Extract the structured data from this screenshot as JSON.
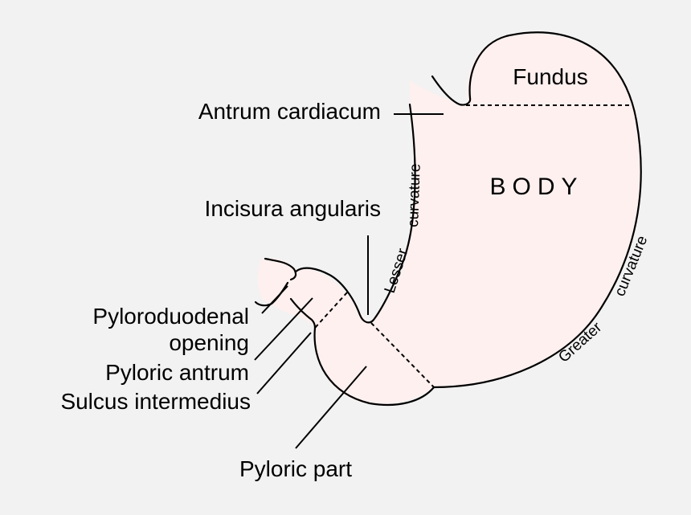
{
  "diagram": {
    "colors": {
      "background": "#f2f2f2",
      "stomach_fill": "#fdf0ef",
      "outline": "#000000"
    },
    "regions": {
      "fundus": "Fundus",
      "body": "BODY"
    },
    "curvatures": {
      "lesser_1": "Lesser",
      "lesser_2": "curvature",
      "greater_1": "Greater",
      "greater_2": "curvature"
    },
    "labels": {
      "antrum_cardiacum": "Antrum cardiacum",
      "incisura_angularis": "Incisura angularis",
      "pyloroduodenal_1": "Pyloroduodenal",
      "pyloroduodenal_2": "opening",
      "pyloric_antrum": "Pyloric antrum",
      "sulcus_intermedius": "Sulcus intermedius",
      "pyloric_part": "Pyloric part"
    }
  }
}
